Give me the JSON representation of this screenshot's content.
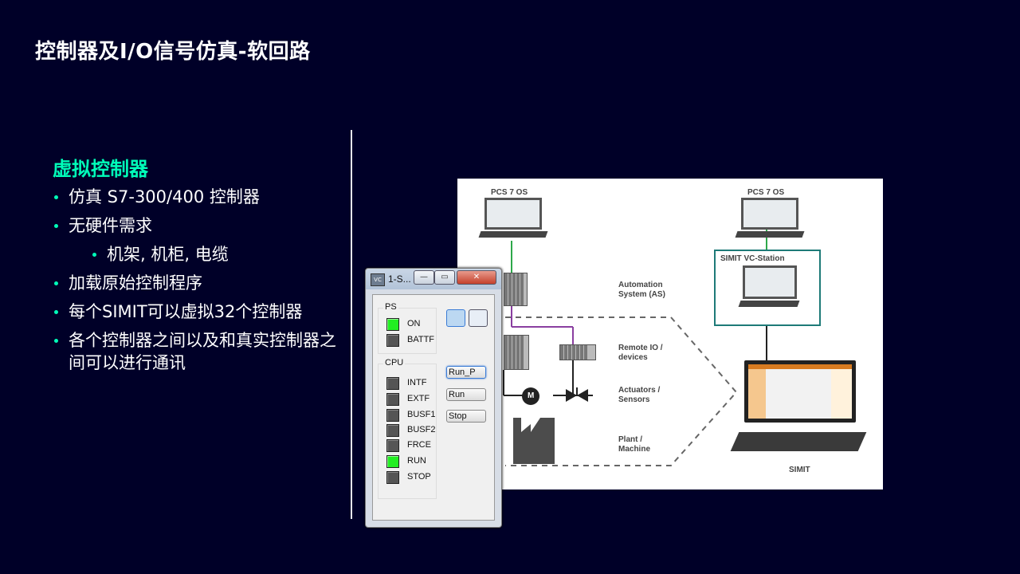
{
  "slide": {
    "title": "控制器及I/O信号仿真-软回路",
    "heading": "虚拟控制器",
    "bullets": [
      "仿真 S7-300/400 控制器",
      "无硬件需求",
      "机架, 机柜, 电缆",
      "加载原始控制程序",
      "每个SIMIT可以虚拟32个控制器",
      "各个控制器之间以及和真实控制器之间可以进行通讯"
    ]
  },
  "diagram": {
    "pcs7_left": "PCS 7 OS",
    "pcs7_right": "PCS 7 OS",
    "vc_station": "SIMIT VC-Station",
    "automation": [
      "Automation",
      "System (AS)"
    ],
    "remote_io": [
      "Remote IO /",
      "devices"
    ],
    "actuators": [
      "Actuators /",
      "Sensors"
    ],
    "plant": [
      "Plant /",
      "Machine"
    ],
    "motor": "M",
    "simit": "SIMIT"
  },
  "window": {
    "icon": "VC",
    "title": "1-S...",
    "min": "—",
    "max": "▭",
    "close": "✕",
    "ps_group": "PS",
    "cpu_group": "CPU",
    "ps_leds": [
      {
        "label": "ON",
        "on": true
      },
      {
        "label": "BATTF",
        "on": false
      }
    ],
    "cpu_leds": [
      {
        "label": "INTF",
        "on": false
      },
      {
        "label": "EXTF",
        "on": false
      },
      {
        "label": "BUSF1",
        "on": false
      },
      {
        "label": "BUSF2",
        "on": false
      },
      {
        "label": "FRCE",
        "on": false
      },
      {
        "label": "RUN",
        "on": true
      },
      {
        "label": "STOP",
        "on": false
      }
    ],
    "buttons": [
      "Run_P",
      "Run",
      "Stop"
    ]
  },
  "colors": {
    "background": "#000028",
    "accent": "#00ffb9",
    "led_on": "#22ee22",
    "vc_border": "#1e7a78"
  }
}
